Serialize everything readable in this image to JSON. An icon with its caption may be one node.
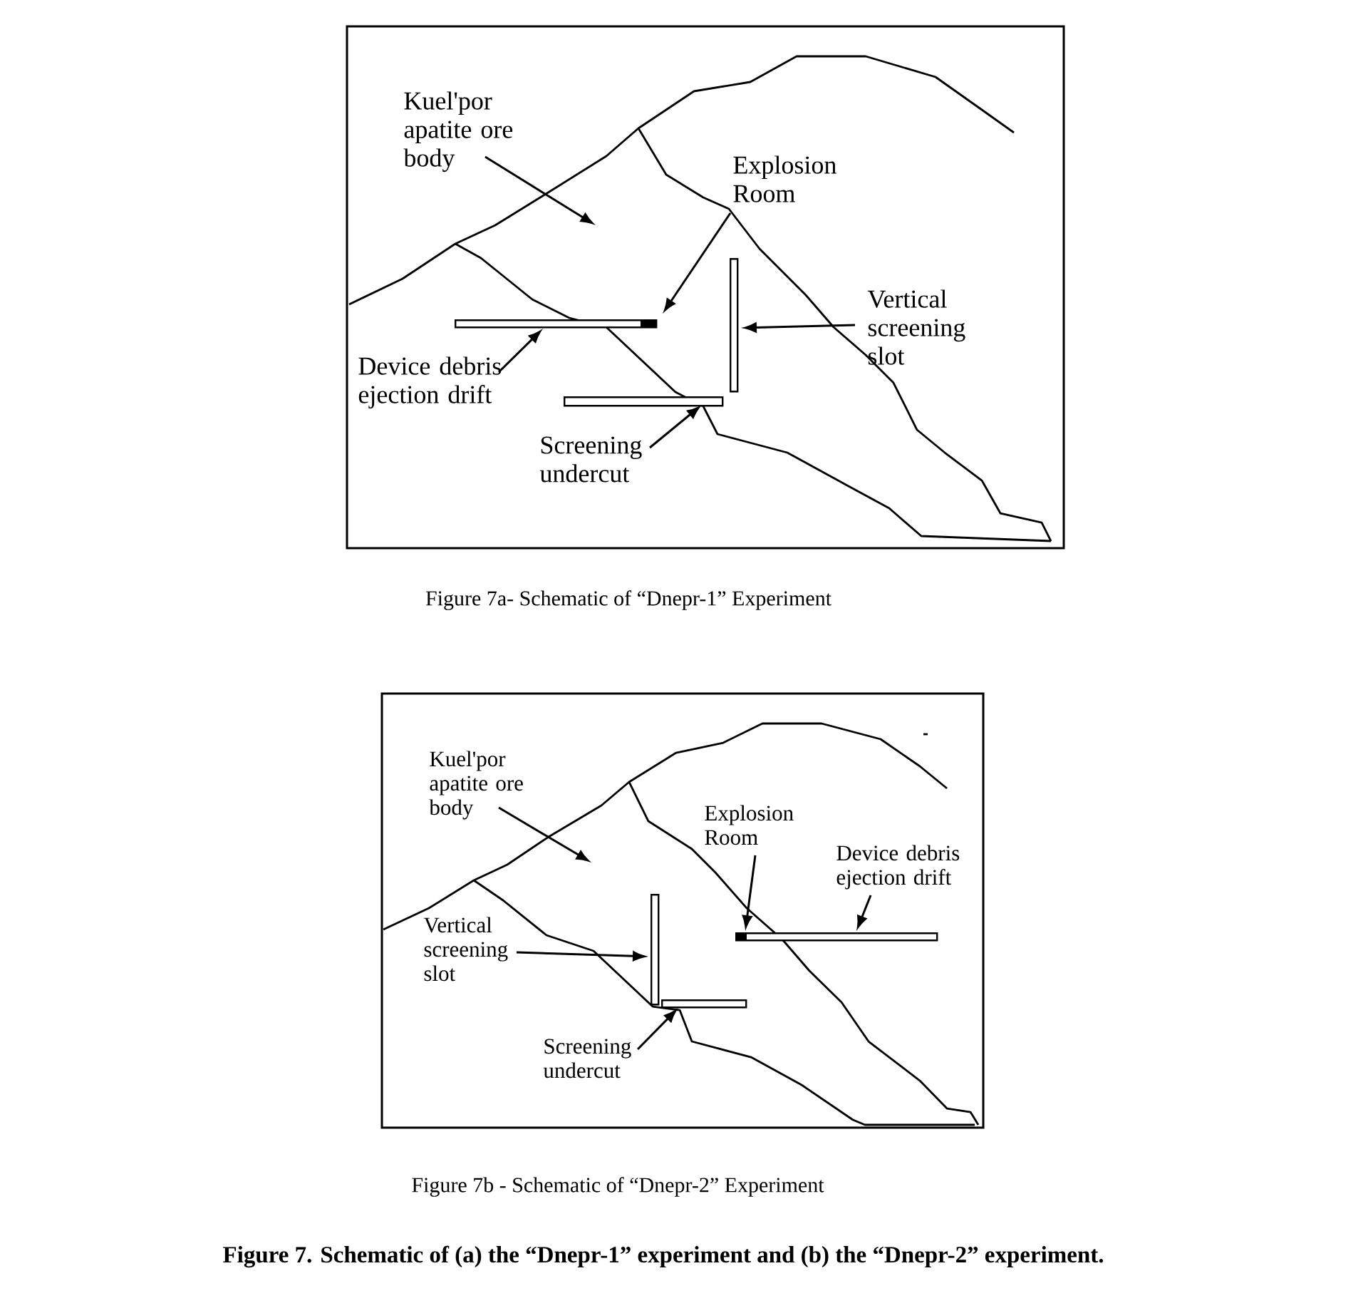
{
  "diagram": {
    "caption": "Figure 7. Schematic of (a) the “Dnepr-1” experiment and (b) the “Dnepr-2” experiment.",
    "nodes": [
      {
        "text": [
          "Kuel'por apatite ore body"
        ]
      },
      {
        "text": [
          "Explosion Room"
        ]
      },
      {
        "text": [
          "Vertical screening slot"
        ]
      },
      {
        "text": [
          "Device debris ejection drift"
        ]
      },
      {
        "text": [
          "Screening undercut"
        ]
      },
      {
        "text": [],
        "shape": "bar"
      },
      {
        "text": [],
        "shape": "bar"
      },
      {
        "text": [],
        "shape": "bar"
      },
      {
        "text": [
          "Kuel'por apatite ore body"
        ]
      },
      {
        "text": [
          "Explosion Room"
        ]
      },
      {
        "text": [
          "Device debris ejection drift"
        ]
      },
      {
        "text": [
          "Vertical screening slot"
        ]
      },
      {
        "text": [
          "Screening undercut"
        ]
      },
      {
        "text": [],
        "shape": "bar"
      },
      {
        "text": [],
        "shape": "bar"
      },
      {
        "text": [],
        "shape": "bar"
      }
    ],
    "edges": [
      {
        "from": 0,
        "to": null,
        "arrow": "to"
      },
      {
        "from": 1,
        "to": 5,
        "arrow": "to"
      },
      {
        "from": 2,
        "to": 6,
        "arrow": "to"
      },
      {
        "from": 3,
        "to": 5,
        "arrow": "to"
      },
      {
        "from": 4,
        "to": 7,
        "arrow": "to"
      },
      {
        "from": 8,
        "to": null,
        "arrow": "to"
      },
      {
        "from": 9,
        "to": 15,
        "arrow": "to"
      },
      {
        "from": 10,
        "to": 15,
        "arrow": "to"
      },
      {
        "from": 11,
        "to": 13,
        "arrow": "to"
      },
      {
        "from": 12,
        "to": 14,
        "arrow": "to"
      }
    ],
    "labels": [
      "Figure 7a- Schematic of “Dnepr-1” Experiment",
      "Figure 7b - Schematic of “Dnepr-2” Experiment"
    ]
  }
}
